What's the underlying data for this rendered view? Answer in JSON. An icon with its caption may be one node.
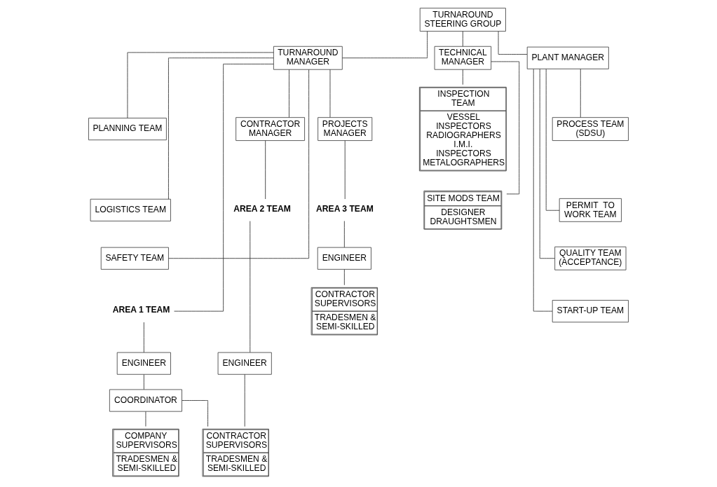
{
  "diagram": {
    "nodes": [
      {
        "text": [
          "TURNAROUND STEERING GROUP"
        ]
      },
      {
        "text": [
          "TURNAROUND MANAGER"
        ]
      },
      {
        "text": [
          "TECHNICAL MANAGER"
        ]
      },
      {
        "text": [
          "PLANT MANAGER"
        ]
      },
      {
        "text": [
          "PLANNING TEAM"
        ]
      },
      {
        "text": [
          "LOGISTICS TEAM"
        ]
      },
      {
        "text": [
          "SAFETY TEAM"
        ]
      },
      {
        "text": [
          "CONTRACTOR MANAGER"
        ]
      },
      {
        "text": [
          "PROJECTS MANAGER"
        ]
      },
      {
        "text": [
          "INSPECTION TEAM",
          "VESSEL INSPECTORS RADIOGRAPHERS I.M.I. INSPECTORS METALOGRAPHERS"
        ]
      },
      {
        "text": [
          "SITE MODS TEAM",
          "DESIGNER DRAUGHTSMEN"
        ]
      },
      {
        "text": [
          "PROCESS TEAM (SDSU)"
        ]
      },
      {
        "text": [
          "PERMIT  TO WORK TEAM"
        ]
      },
      {
        "text": [
          "QUALITY TEAM (ACCEPTANCE)"
        ]
      },
      {
        "text": [
          "START-UP TEAM"
        ]
      },
      {
        "text": [
          "AREA 1 TEAM"
        ]
      },
      {
        "text": [
          "ENGINEER"
        ]
      },
      {
        "text": [
          "COORDINATOR"
        ]
      },
      {
        "text": [
          "COMPANY SUPERVISORS",
          "TRADESMEN & SEMI-SKILLED"
        ]
      },
      {
        "text": [
          "AREA 2 TEAM"
        ]
      },
      {
        "text": [
          "ENGINEER"
        ]
      },
      {
        "text": [
          "CONTRACTOR SUPERVISORS",
          "TRADESMEN & SEMI-SKILLED"
        ]
      },
      {
        "text": [
          "AREA 3 TEAM"
        ]
      },
      {
        "text": [
          "ENGINEER"
        ]
      },
      {
        "text": [
          "CONTRACTOR SUPERVISORS",
          "TRADESMEN & SEMI-SKILLED"
        ]
      }
    ],
    "edges": [
      {
        "from": 0,
        "to": 1,
        "arrow": "none"
      },
      {
        "from": 0,
        "to": 2,
        "arrow": "none"
      },
      {
        "from": 0,
        "to": 3,
        "arrow": "none"
      },
      {
        "from": 1,
        "to": 4,
        "arrow": "none"
      },
      {
        "from": 1,
        "to": 5,
        "arrow": "none"
      },
      {
        "from": 1,
        "to": 6,
        "arrow": "none"
      },
      {
        "from": 1,
        "to": 7,
        "arrow": "none"
      },
      {
        "from": 1,
        "to": 8,
        "arrow": "none"
      },
      {
        "from": 1,
        "to": 15,
        "arrow": "none"
      },
      {
        "from": 2,
        "to": 9,
        "arrow": "none"
      },
      {
        "from": 2,
        "to": 10,
        "arrow": "none"
      },
      {
        "from": 3,
        "to": 11,
        "arrow": "none"
      },
      {
        "from": 3,
        "to": 12,
        "arrow": "none"
      },
      {
        "from": 3,
        "to": 13,
        "arrow": "none"
      },
      {
        "from": 3,
        "to": 14,
        "arrow": "none"
      },
      {
        "from": 7,
        "to": 19,
        "arrow": "none"
      },
      {
        "from": 8,
        "to": 22,
        "arrow": "none"
      },
      {
        "from": 15,
        "to": 16,
        "arrow": "none"
      },
      {
        "from": 16,
        "to": 17,
        "arrow": "none"
      },
      {
        "from": 17,
        "to": 18,
        "arrow": "none"
      },
      {
        "from": 17,
        "to": 21,
        "arrow": "none"
      },
      {
        "from": 19,
        "to": 20,
        "arrow": "none"
      },
      {
        "from": 20,
        "to": 21,
        "arrow": "none"
      },
      {
        "from": 22,
        "to": 23,
        "arrow": "none"
      },
      {
        "from": 23,
        "to": 24,
        "arrow": "none"
      }
    ]
  }
}
